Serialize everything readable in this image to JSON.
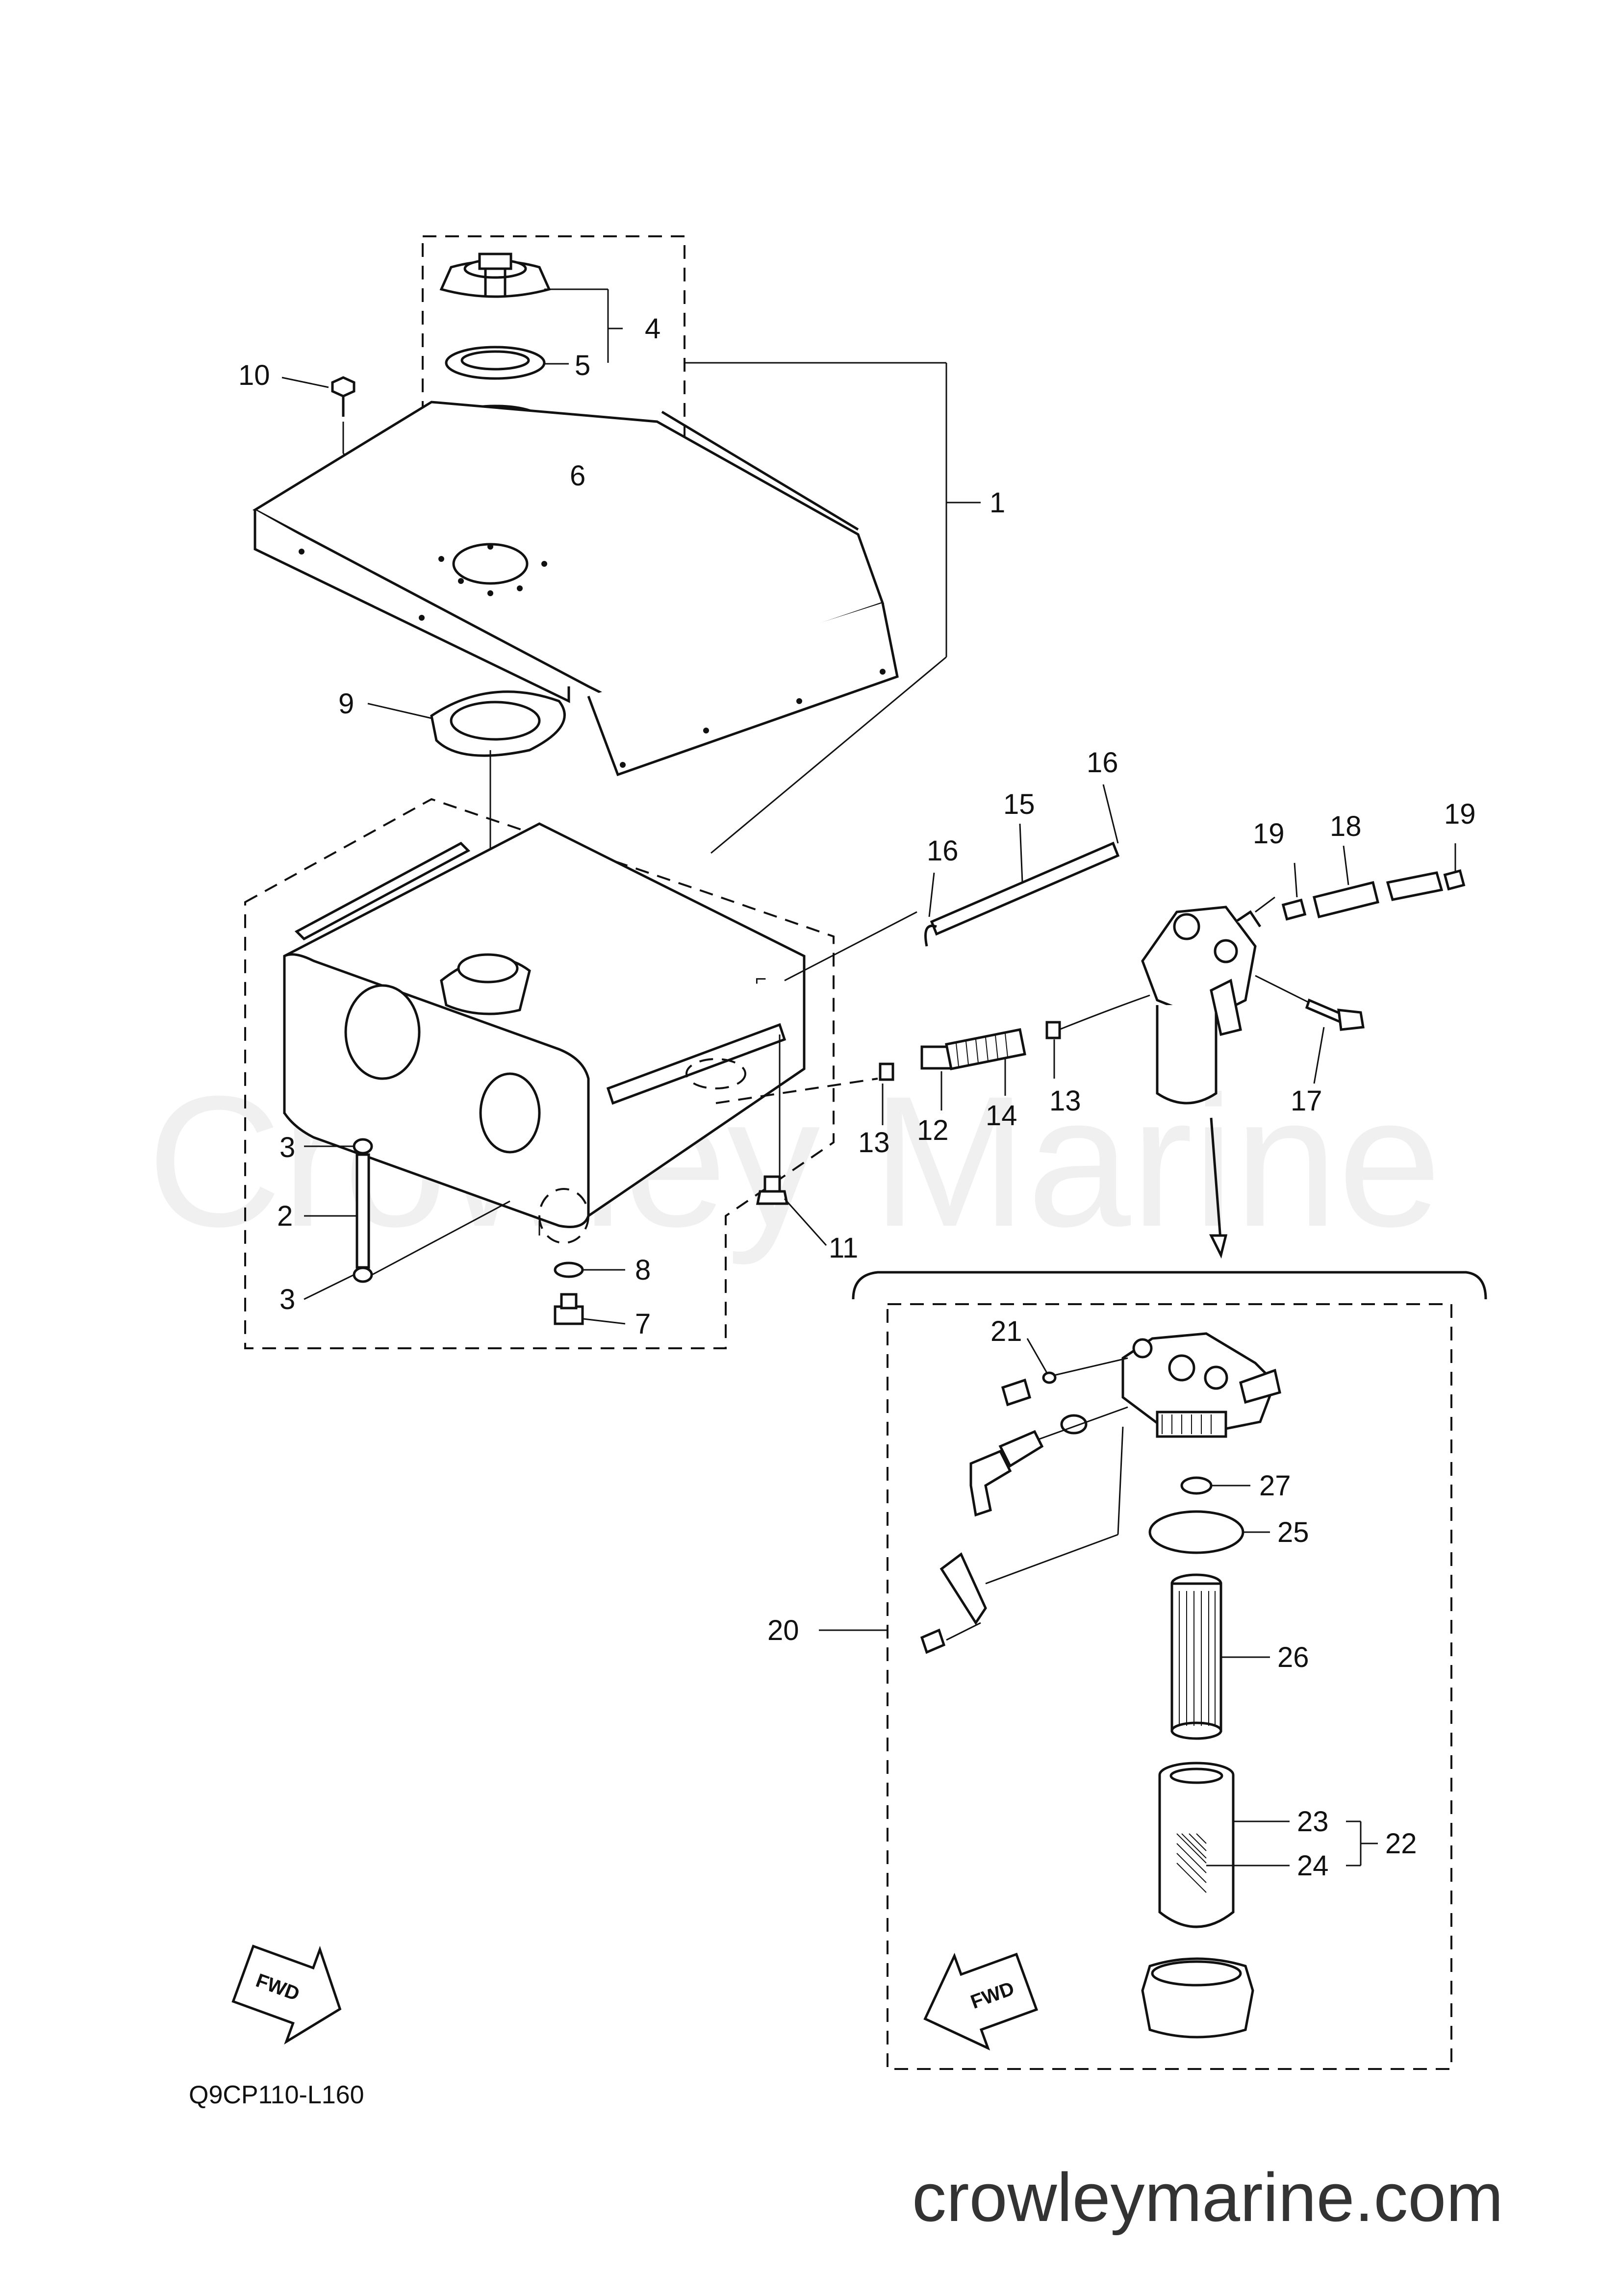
{
  "callouts": {
    "c1": "1",
    "c2": "2",
    "c3a": "3",
    "c3b": "3",
    "c4": "4",
    "c5": "5",
    "c6": "6",
    "c7": "7",
    "c8": "8",
    "c9": "9",
    "c10": "10",
    "c11": "11",
    "c12": "12",
    "c13a": "13",
    "c13b": "13",
    "c14": "14",
    "c15": "15",
    "c16a": "16",
    "c16b": "16",
    "c17": "17",
    "c18": "18",
    "c19a": "19",
    "c19b": "19",
    "c20": "20",
    "c21": "21",
    "c22": "22",
    "c23": "23",
    "c24": "24",
    "c25": "25",
    "c26": "26",
    "c27": "27"
  },
  "fwd_label_left": "FWD",
  "fwd_label_right": "FWD",
  "diagram_code": "Q9CP110-L160",
  "watermark": "Crowley Marine",
  "site_url": "crowleymarine.com",
  "colors": {
    "ink": "#111111",
    "background": "#ffffff",
    "watermark": "#000000"
  }
}
